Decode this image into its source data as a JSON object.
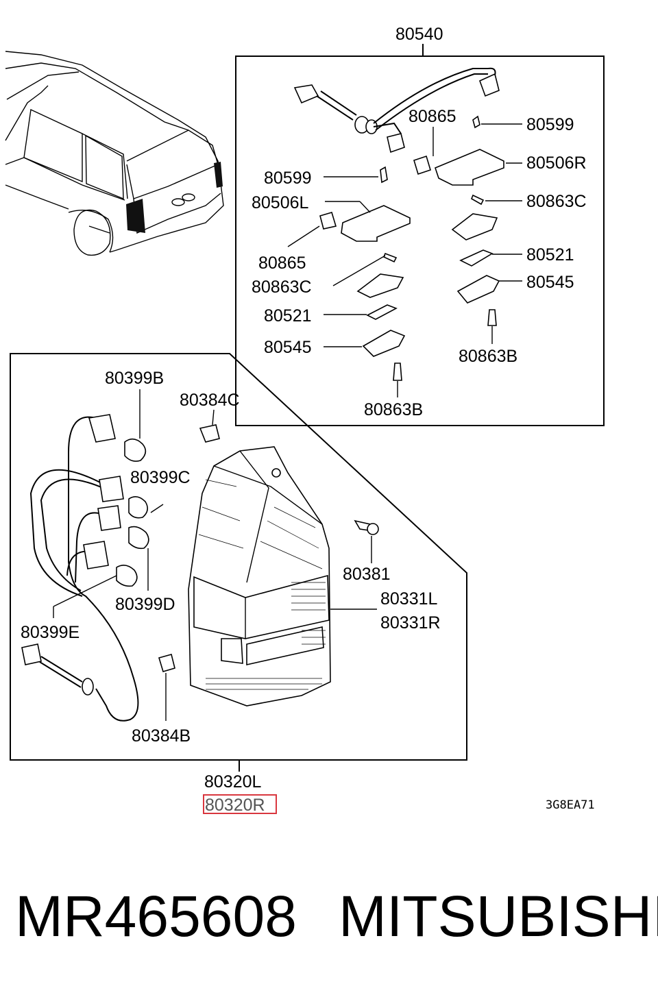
{
  "labels": {
    "l80540": "80540",
    "l80865a": "80865",
    "l80599a": "80599",
    "l80506R": "80506R",
    "l80599b": "80599",
    "l80863Ca": "80863C",
    "l80506L": "80506L",
    "l80865b": "80865",
    "l80521a": "80521",
    "l80863Cb": "80863C",
    "l80545a": "80545",
    "l80521b": "80521",
    "l80863Ba": "80863B",
    "l80545b": "80545",
    "l80863Bb": "80863B",
    "l80399B": "80399B",
    "l80384C": "80384C",
    "l80399C": "80399C",
    "l80381": "80381",
    "l80331L": "80331L",
    "l80331R": "80331R",
    "l80399D": "80399D",
    "l80399E": "80399E",
    "l80384B": "80384B",
    "l80320L": "80320L",
    "l80320R": "80320R"
  },
  "diagram_code": "3G8EA71",
  "part_number": "MR465608",
  "brand": "MITSUBISHI",
  "highlight_color": "#d9363e"
}
